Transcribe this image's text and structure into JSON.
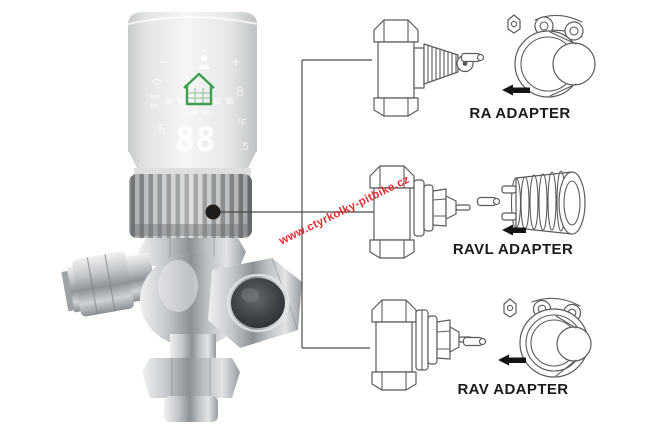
{
  "figure": {
    "title_semantic": "smart radiator thermostat valve adapter compatibility diagram",
    "watermark": {
      "text": "www.ctyrkolky-pitbike.cz",
      "color": "#e51c23"
    },
    "device": {
      "name": "smart-thermostatic-radiator-valve",
      "display": {
        "minus": "−",
        "plus": "+",
        "temperature": "88",
        "unit": "°F",
        "small_digit": "8",
        "left_digit": "5",
        "decimal": ".5",
        "home_icon_color": "#3f9e4f",
        "icons": [
          "child-lock-icon",
          "home-icon",
          "wifi-icon"
        ]
      },
      "marker": "black-dot-on-ring-nut"
    },
    "rows": [
      {
        "id": "ra",
        "label": "RA ADAPTER"
      },
      {
        "id": "ravl",
        "label": "RAVL ADAPTER"
      },
      {
        "id": "rav",
        "label": "RAV ADAPTER"
      }
    ],
    "connector": {
      "color": "#4a4a4a"
    },
    "colors": {
      "label_text": "#1b1b1b",
      "line_drawing": "#5b5b5b",
      "head_body": "#edeff0",
      "ring_nut": "#a8abad"
    }
  }
}
